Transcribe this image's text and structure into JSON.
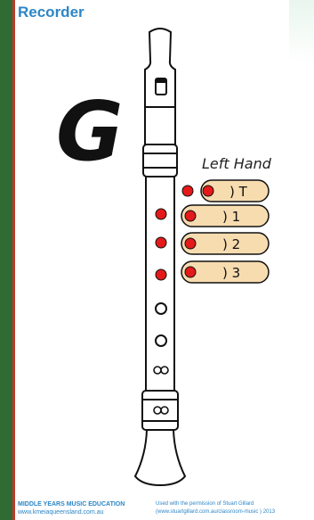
{
  "slide": {
    "title": "Recorder",
    "note": "G",
    "hand_label": "Left Hand",
    "fingers": [
      {
        "label": ") T",
        "covered": true
      },
      {
        "label": ") 1",
        "covered": true
      },
      {
        "label": ") 2",
        "covered": true
      },
      {
        "label": ") 3",
        "covered": true
      }
    ],
    "footer": {
      "org_line1": "MIDDLE YEARS MUSIC EDUCATION",
      "org_line2": "www.kmeiaqueensland.com.au",
      "credit_line1": "Used with the permission of Stuart Gillard",
      "credit_line2": "(www.stuartgillard.com.au/classroom-music ) 2013"
    },
    "colors": {
      "background": "#2f6b33",
      "accent": "#2c86c6",
      "border": "#c0392b",
      "hole_covered": "#e41a1a",
      "finger_fill": "#f7dcb0"
    }
  }
}
